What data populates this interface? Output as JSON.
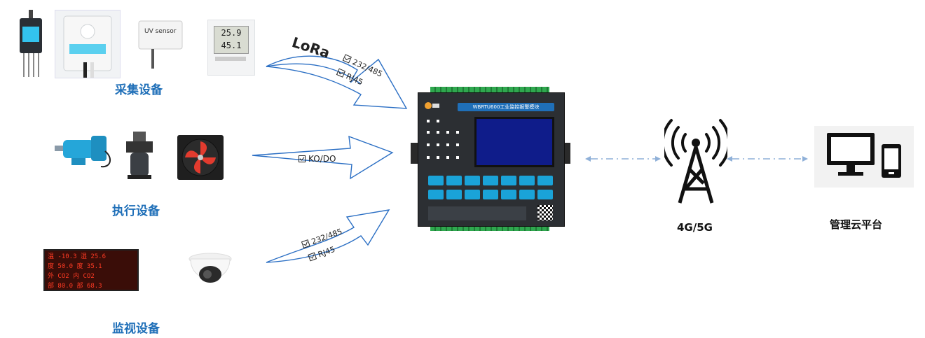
{
  "groups": {
    "acquisition": "采集设备",
    "actuator": "执行设备",
    "monitor": "监视设备"
  },
  "connections": {
    "lora_logo": "LoRa",
    "top": [
      "232/485",
      "RJ45"
    ],
    "middle": [
      "KO/DO"
    ],
    "bottom": [
      "232/485",
      "RJ45"
    ]
  },
  "controller": {
    "title_bar": "WBRTU600工业监控报警模块"
  },
  "network": {
    "label": "4G/5G"
  },
  "cloud": {
    "label": "管理云平台"
  },
  "devices": {
    "thermo_display": [
      "25.9",
      "45.1"
    ],
    "uv_sensor_label": "UV sensor",
    "led_board_rows": [
      "温 -10.3 湿 25.6",
      "度 50.0 度 35.1",
      "外 CO2  内 CO2",
      "部 80.0 部 68.3"
    ]
  },
  "colors": {
    "label_blue": "#1f6fb8",
    "arrow_blue": "#2b6fc4",
    "key_blue": "#1aa3d8",
    "dash_blue": "#8fb0d8"
  }
}
